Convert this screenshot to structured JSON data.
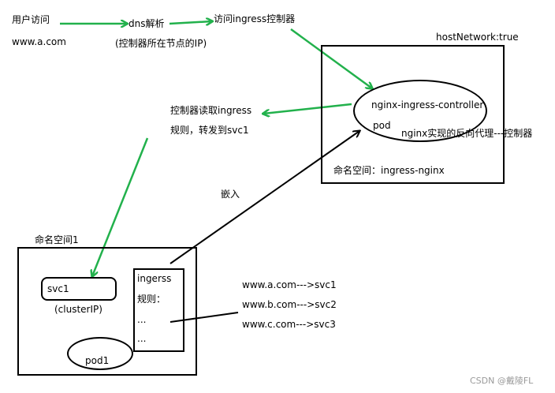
{
  "flow": {
    "user_access": "用户访问",
    "domain": "www.a.com",
    "dns": "dns解析",
    "dns_note": "(控制器所在节点的IP)",
    "access_controller": "访问ingress控制器",
    "read_rules_1": "控制器读取ingress",
    "read_rules_2": "规则，转发到svc1",
    "embed": "嵌入"
  },
  "node": {
    "label": "hostNetwork:true",
    "controller": "nginx-ingress-controller",
    "pod": "pod",
    "proxy_note": "nginx实现的反向代理---控制器",
    "namespace": "命名空间：ingress-nginx"
  },
  "namespace1": {
    "label": "命名空间1",
    "svc": "svc1",
    "cluster_ip": "(clusterIP)",
    "pod": "pod1",
    "ingress_title": "ingerss",
    "ingress_rules_label": "规则：",
    "ingress_dots_1": "...",
    "ingress_dots_2": "..."
  },
  "rules": [
    "www.a.com--->svc1",
    "www.b.com--->svc2",
    "www.c.com--->svc3"
  ],
  "watermark": "CSDN @戴陵FL",
  "colors": {
    "arrow_green": "#22b14c",
    "line_black": "#000000"
  }
}
